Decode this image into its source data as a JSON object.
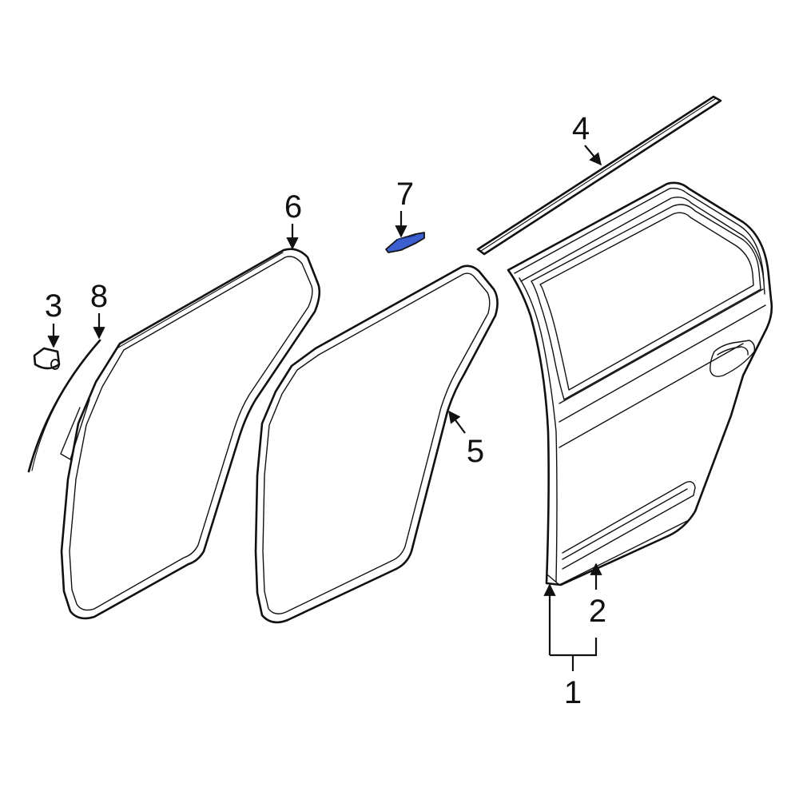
{
  "callouts": {
    "c1": "1",
    "c2": "2",
    "c3": "3",
    "c4": "4",
    "c5": "5",
    "c6": "6",
    "c7": "7",
    "c8": "8"
  },
  "colors": {
    "highlight": "#3c5fcf",
    "line": "#111111",
    "background": "#ffffff"
  }
}
